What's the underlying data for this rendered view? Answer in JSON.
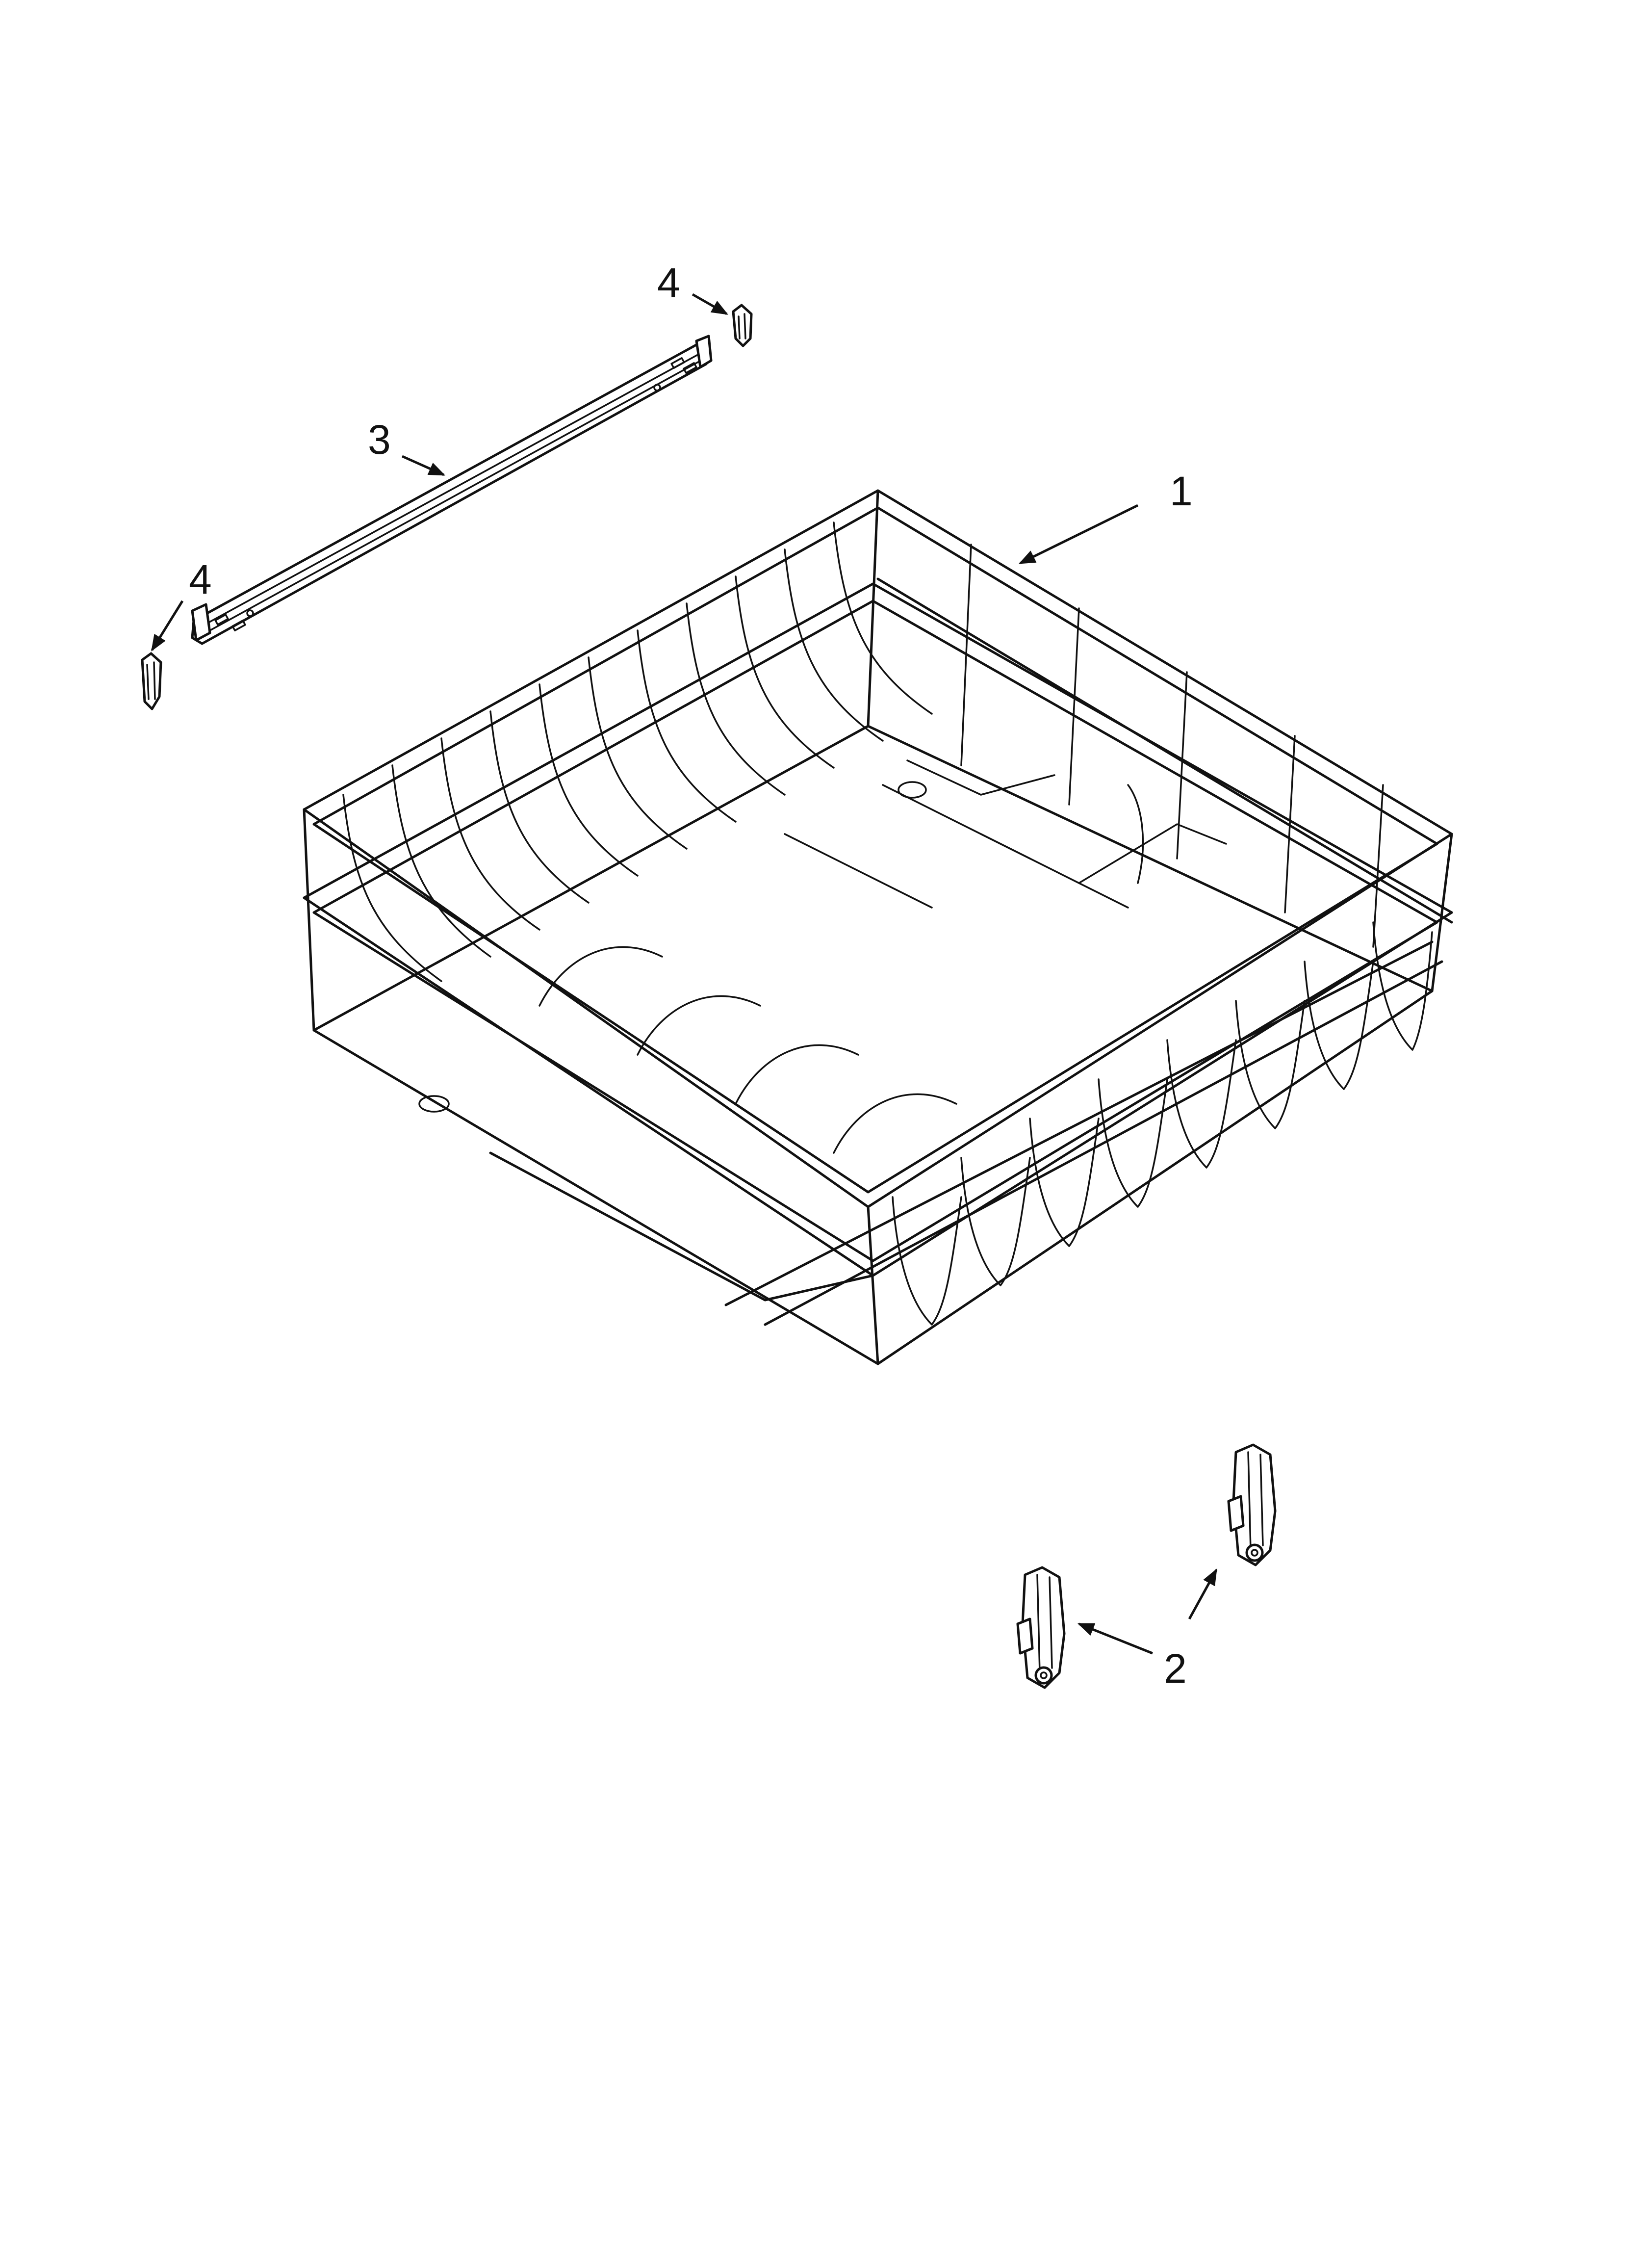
{
  "callouts": {
    "c1": "1",
    "c2": "2",
    "c3": "3",
    "c4a": "4",
    "c4b": "4"
  },
  "parts": [
    {
      "callout": "1",
      "icon": "dishrack-basket-icon"
    },
    {
      "callout": "2",
      "icon": "rack-roller-adjuster-icon"
    },
    {
      "callout": "3",
      "icon": "rack-track-rail-icon"
    },
    {
      "callout": "4",
      "icon": "rail-end-clip-icon"
    }
  ],
  "colors": {
    "line": "#111111",
    "background": "#ffffff"
  }
}
